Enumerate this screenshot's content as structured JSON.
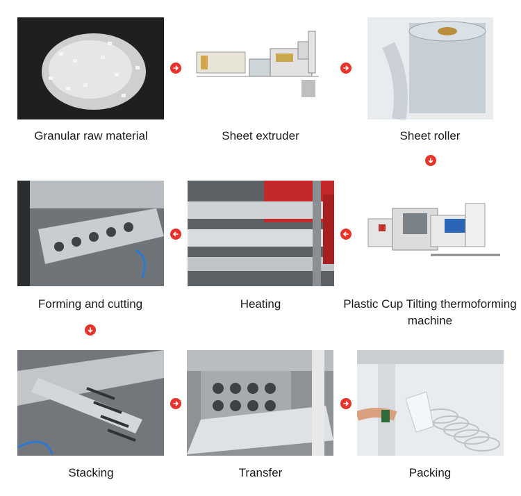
{
  "steps": [
    {
      "id": "granular",
      "label": "Granular raw material"
    },
    {
      "id": "extruder",
      "label": "Sheet extruder"
    },
    {
      "id": "roller",
      "label": "Sheet roller"
    },
    {
      "id": "tilting",
      "label": "Plastic Cup Tilting thermoforming machine"
    },
    {
      "id": "heating",
      "label": "Heating"
    },
    {
      "id": "forming",
      "label": "Forming and cutting"
    },
    {
      "id": "stacking",
      "label": "Stacking"
    },
    {
      "id": "transfer",
      "label": "Transfer"
    },
    {
      "id": "packing",
      "label": "Packing"
    }
  ],
  "arrows": [
    {
      "from": "granular",
      "to": "extruder",
      "direction": "right"
    },
    {
      "from": "extruder",
      "to": "roller",
      "direction": "right"
    },
    {
      "from": "roller",
      "to": "tilting",
      "direction": "down"
    },
    {
      "from": "tilting",
      "to": "heating",
      "direction": "left"
    },
    {
      "from": "heating",
      "to": "forming",
      "direction": "left"
    },
    {
      "from": "forming",
      "to": "stacking",
      "direction": "down"
    },
    {
      "from": "stacking",
      "to": "transfer",
      "direction": "right"
    },
    {
      "from": "transfer",
      "to": "packing",
      "direction": "right"
    }
  ],
  "colors": {
    "arrow": "#e8332a",
    "text": "#1a1a1a"
  }
}
